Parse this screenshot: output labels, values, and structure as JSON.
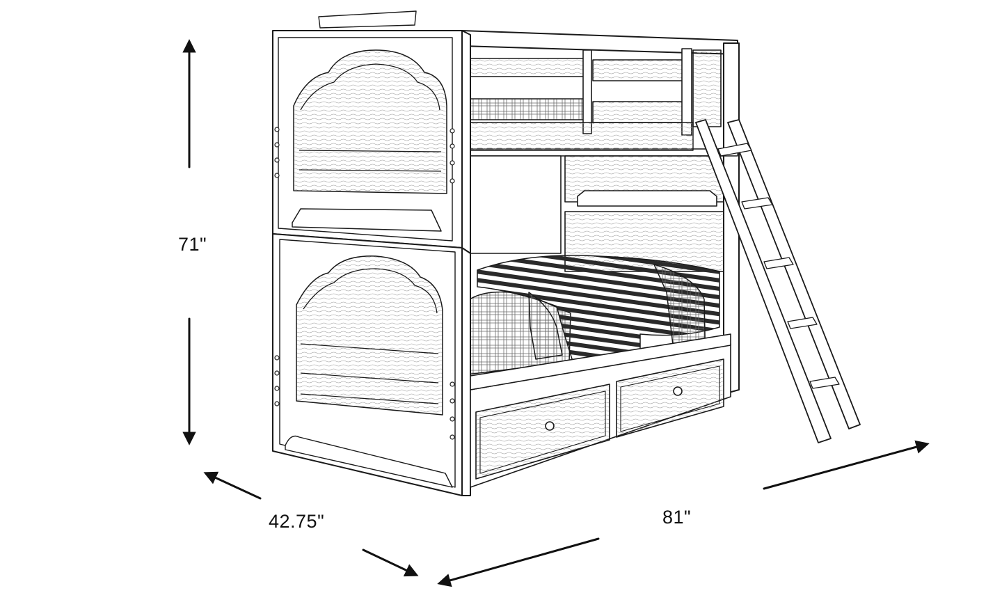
{
  "dimensions": {
    "height": "71\"",
    "depth": "42.75\"",
    "width": "81\""
  },
  "colors": {
    "line": "#1a1a1a",
    "fill": "#ffffff",
    "arrow": "#111111"
  }
}
